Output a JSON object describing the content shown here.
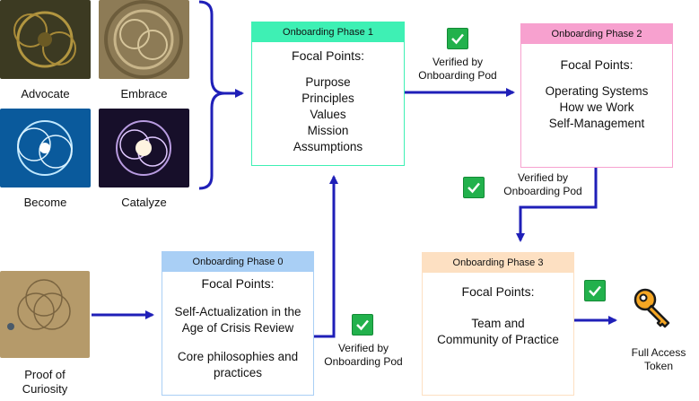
{
  "left_images": [
    {
      "label": "Advocate"
    },
    {
      "label": "Embrace"
    },
    {
      "label": "Become"
    },
    {
      "label": "Catalyze"
    }
  ],
  "proof": {
    "label_line1": "Proof of",
    "label_line2": "Curiosity"
  },
  "phase0": {
    "title": "Onboarding Phase 0",
    "focal": "Focal Points:",
    "item1_line1": "Self-Actualization in the",
    "item1_line2": "Age of Crisis Review",
    "item2_line1": "Core philosophies and",
    "item2_line2": "practices",
    "color": "#a9cff5"
  },
  "phase1": {
    "title": "Onboarding Phase 1",
    "focal": "Focal Points:",
    "items": [
      "Purpose",
      "Principles",
      "Values",
      "Mission",
      "Assumptions"
    ],
    "color": "#3ef0b4"
  },
  "phase2": {
    "title": "Onboarding Phase 2",
    "focal": "Focal Points:",
    "items": [
      "Operating Systems",
      "How we Work",
      "Self-Management"
    ],
    "color": "#f7a1cf"
  },
  "phase3": {
    "title": "Onboarding Phase 3",
    "focal": "Focal Points:",
    "line1": "Team and",
    "line2": "Community of Practice",
    "color": "#fde0c2"
  },
  "verified": {
    "line1": "Verified by",
    "line2": "Onboarding Pod"
  },
  "token": {
    "line1": "Full Access",
    "line2": "Token"
  },
  "colors": {
    "arrow": "#1f1fb8",
    "check": "#22b14c",
    "key": "#f5a623"
  }
}
